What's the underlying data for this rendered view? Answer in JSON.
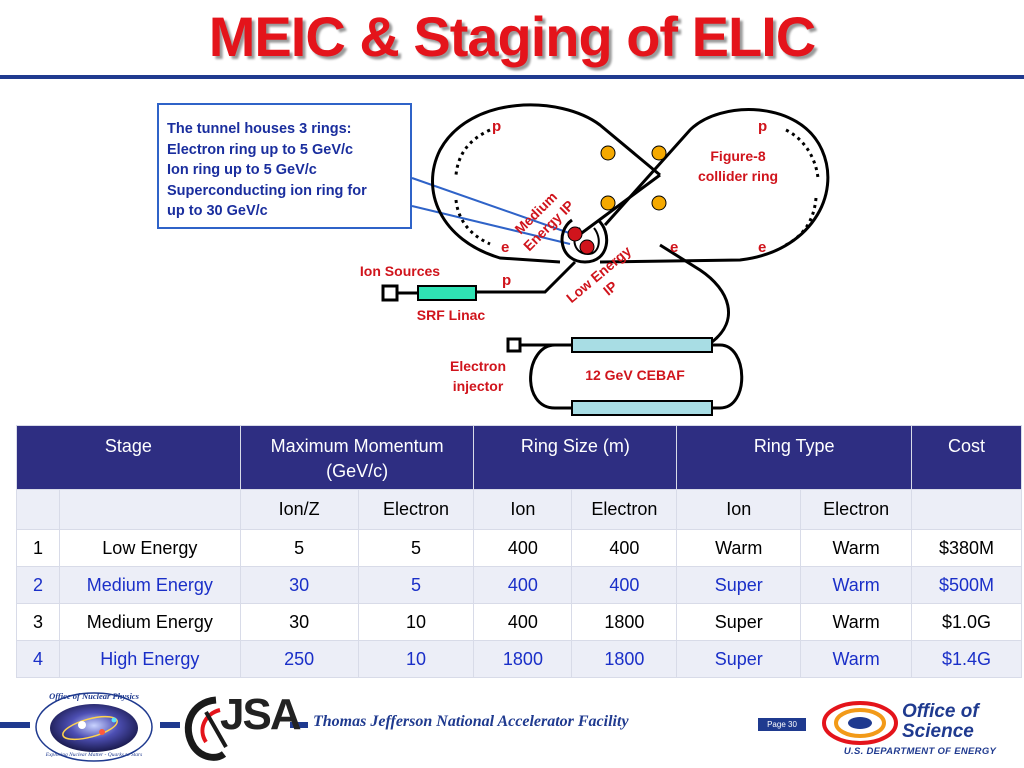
{
  "slide": {
    "title": "MEIC & Staging of ELIC",
    "page": "Page 30"
  },
  "callout": {
    "lines": [
      "The tunnel houses 3 rings:",
      "Electron ring up to 5 GeV/c",
      "Ion ring up to 5 GeV/c",
      "Superconducting ion ring for",
      "up to 30 GeV/c"
    ]
  },
  "diagram": {
    "p_left": "p",
    "p_right": "p",
    "e_left": "e",
    "e_mid": "e",
    "e_right": "e",
    "p_linac": "p",
    "figure8_line1": "Figure-8",
    "figure8_line2": "collider ring",
    "medium_ip_line1": "Medium",
    "medium_ip_line2": "Energy IP",
    "low_ip_line1": "Low Energy",
    "low_ip_line2": "IP",
    "ion_sources": "Ion Sources",
    "srf_linac": "SRF Linac",
    "electron_injector_line1": "Electron",
    "electron_injector_line2": "injector",
    "cebaf": "12 GeV CEBAF",
    "colors": {
      "ring": "#000000",
      "ip": "#d0141c",
      "node": "#f5a900",
      "linac": "#2fe3b4",
      "cebaf": "#a8dde4",
      "callout_line": "#2f63c8"
    }
  },
  "table": {
    "headers": [
      "Stage",
      "Maximum Momentum (GeV/c)",
      "Ring Size (m)",
      "Ring Type",
      "Cost"
    ],
    "subheaders": [
      "",
      "",
      "Ion/Z",
      "Electron",
      "Ion",
      "Electron",
      "Ion",
      "Electron",
      ""
    ],
    "rows": [
      [
        "1",
        "Low Energy",
        "5",
        "5",
        "400",
        "400",
        "Warm",
        "Warm",
        "$380M"
      ],
      [
        "2",
        "Medium Energy",
        "30",
        "5",
        "400",
        "400",
        "Super",
        "Warm",
        "$500M"
      ],
      [
        "3",
        "Medium Energy",
        "30",
        "10",
        "400",
        "1800",
        "Super",
        "Warm",
        "$1.0G"
      ],
      [
        "4",
        "High Energy",
        "250",
        "10",
        "1800",
        "1800",
        "Super",
        "Warm",
        "$1.4G"
      ]
    ],
    "colors": {
      "header_bg": "#2e2e82",
      "highlight_text": "#1a2fc8"
    }
  },
  "footer": {
    "nuclear_logo_line1": "Office of Nuclear Physics",
    "nuclear_logo_line2": "Exploring Nuclear Matter - Quarks to Stars",
    "jsa": "JSA",
    "lab": "Thomas Jefferson National Accelerator Facility",
    "office_line1": "Office of",
    "office_line2": "Science",
    "doe": "U.S. DEPARTMENT OF ENERGY"
  }
}
